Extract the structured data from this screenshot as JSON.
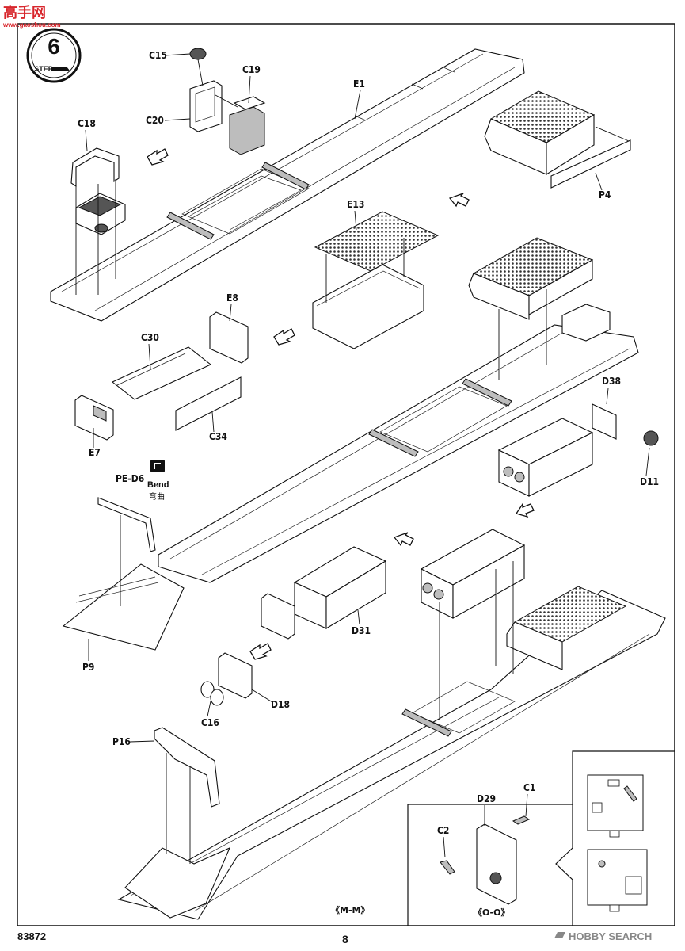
{
  "header": {
    "logo_text": "高手网",
    "logo_url": "www.gaoshou.com"
  },
  "step": {
    "number": "6",
    "label": "STEP"
  },
  "bend": {
    "label_en": "Bend",
    "label_cn": "弯曲"
  },
  "parts": {
    "c15": "C15",
    "c19": "C19",
    "c20": "C20",
    "e1": "E1",
    "c18": "C18",
    "p4": "P4",
    "e13": "E13",
    "e8": "E8",
    "c30": "C30",
    "c34": "C34",
    "e7": "E7",
    "d38": "D38",
    "d11": "D11",
    "pe_d6": "PE-D6",
    "p9": "P9",
    "d31": "D31",
    "d18": "D18",
    "c16": "C16",
    "p16": "P16",
    "d29": "D29",
    "c1": "C1",
    "c2": "C2"
  },
  "views": {
    "mm": "《M-M》",
    "oo": "《O-O》"
  },
  "footer": {
    "product_code": "83872",
    "page_number": "8",
    "watermark": "HOBBY SEARCH"
  },
  "colors": {
    "ink": "#111111",
    "grey_fill": "#bdbdbd",
    "logo_red": "#d8262c",
    "watermark_grey": "#888888"
  }
}
